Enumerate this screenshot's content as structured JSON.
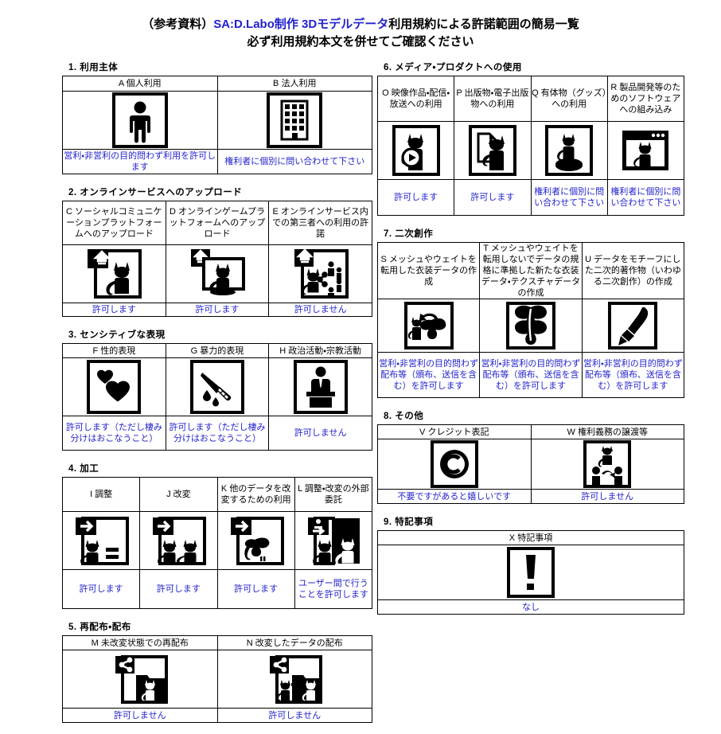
{
  "title": {
    "line1_prefix": "（参考資料）",
    "line1_blue": "SA:D.Labo制作 3Dモデルデータ",
    "line1_suffix": "利用規約による許諾範囲の簡易一覧",
    "line2": "必ず利用規約本文を併せてご確認ください"
  },
  "colors": {
    "blue": "#2222cc",
    "black": "#000000",
    "border": "#000000",
    "background": "#ffffff"
  },
  "sections": [
    {
      "id": "s1",
      "number": "1.",
      "title": "1.  利用主体",
      "columns": 2,
      "items": [
        {
          "label": "A  個人利用",
          "icon": "person-icon",
          "note": "営利・非営利の目的問わず利用を許可します"
        },
        {
          "label": "B  法人利用",
          "icon": "building-icon",
          "note": "権利者に個別に問い合わせて下さい"
        }
      ]
    },
    {
      "id": "s2",
      "number": "2.",
      "title": "2.  オンラインサービスへのアップロード",
      "columns": 3,
      "items": [
        {
          "label": "C  ソーシャルコミュニケーションプラットフォームへのアップロード",
          "icon": "upload-cat-icon",
          "note": "許可します"
        },
        {
          "label": "D  オンラインゲームプラットフォームへのアップロード",
          "icon": "upload-cat-monitor-icon",
          "note": "許可します"
        },
        {
          "label": "E  オンラインサービス内での第三者への利用の許諾",
          "icon": "upload-cat-share-people-icon",
          "note": "許可しません"
        }
      ]
    },
    {
      "id": "s3",
      "number": "3.",
      "title": "3.  センシティブな表現",
      "columns": 3,
      "items": [
        {
          "label": "F  性的表現",
          "icon": "hearts-icon",
          "note": "許可します（ただし棲み分けはおこなうこと）"
        },
        {
          "label": "G  暴力的表現",
          "icon": "knife-blood-icon",
          "note": "許可します（ただし棲み分けはおこなうこと）"
        },
        {
          "label": "H  政治活動・宗教活動",
          "icon": "speaker-podium-icon",
          "note": "許可しません"
        }
      ]
    },
    {
      "id": "s4",
      "number": "4.",
      "title": "4.  加工",
      "columns": 4,
      "items": [
        {
          "label": "I  調整",
          "icon": "arrow-cat-equals-icon",
          "note": "許可します"
        },
        {
          "label": "J  改変",
          "icon": "arrow-cat-changed-icon",
          "note": "許可します"
        },
        {
          "label": "K  他のデータを改変するための利用",
          "icon": "arrow-cat-other-data-icon",
          "note": "許可します"
        },
        {
          "label": "L  調整・改変の外部委託",
          "icon": "outsource-cat-icon",
          "note": "ユーザー間で行うことを許可します"
        }
      ]
    },
    {
      "id": "s5",
      "number": "5.",
      "title": "5.  再配布・配布",
      "columns": 2,
      "items": [
        {
          "label": "M  未改変状態での再配布",
          "icon": "share-folder-cat-icon",
          "note": "許可しません"
        },
        {
          "label": "N  改変したデータの配布",
          "icon": "share-folder-modified-cat-icon",
          "note": "許可しません"
        }
      ]
    },
    {
      "id": "s6",
      "number": "6.",
      "title": "6.  メディア・プロダクトへの使用",
      "columns": 4,
      "items": [
        {
          "label": "O  映像作品・配信・放送への利用",
          "icon": "video-play-cat-icon",
          "note": "許可します"
        },
        {
          "label": "P  出版物・電子出版物への利用",
          "icon": "document-cat-icon",
          "note": "許可します"
        },
        {
          "label": "Q  有体物（グッズ）への利用",
          "icon": "figure-cat-icon",
          "note": "権利者に個別に問い合わせて下さい"
        },
        {
          "label": "R  製品開発等のためのソフトウェアへの組み込み",
          "icon": "software-window-cat-icon",
          "note": "権利者に個別に問い合わせて下さい"
        }
      ]
    },
    {
      "id": "s7",
      "number": "7.",
      "title": "7.  二次創作",
      "columns": 3,
      "items": [
        {
          "label": "S  メッシュやウェイトを転用した衣装データの作成",
          "icon": "cat-to-clothing-icon",
          "note": "営利・非営利の目的問わず配布等（頒布、送信を含む）を許可します"
        },
        {
          "label": "T  メッシュやウェイトを転用しないでデータの規格に準拠した新たな衣装データ・テクスチャデータの作成",
          "icon": "clothing-new-icon",
          "note": "営利・非営利の目的問わず配布等（頒布、送信を含む）を許可します"
        },
        {
          "label": "U  データをモチーフにした二次的著作物（いわゆる二次創作）の作成",
          "icon": "paintbrush-icon",
          "note": "営利・非営利の目的問わず配布等（頒布、送信を含む）を許可します"
        }
      ]
    },
    {
      "id": "s8",
      "number": "8.",
      "title": "8.  その他",
      "columns": 2,
      "items": [
        {
          "label": "V  クレジット表記",
          "icon": "copyright-icon",
          "note": "不要ですがあると嬉しいです"
        },
        {
          "label": "W  権利義務の譲渡等",
          "icon": "transfer-cat-people-icon",
          "note": "許可しません"
        }
      ]
    },
    {
      "id": "s9",
      "number": "9.",
      "title": "9.  特記事項",
      "columns": 1,
      "items": [
        {
          "label": "X  特記事項",
          "icon": "exclamation-icon",
          "note": "なし"
        }
      ]
    }
  ]
}
